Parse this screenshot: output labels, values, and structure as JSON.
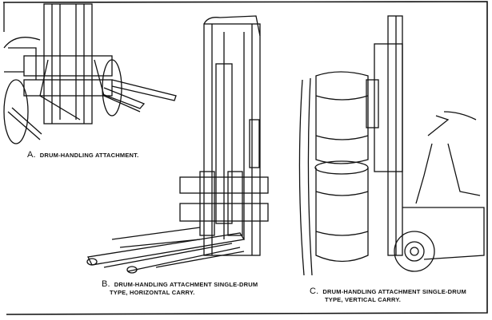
{
  "figures": [
    {
      "letter": "A.",
      "caption": "DRUM-HANDLING ATTACHMENT."
    },
    {
      "letter": "B.",
      "caption_line1": "DRUM-HANDLING ATTACHMENT SINGLE-DRUM",
      "caption_line2": "TYPE,  HORIZONTAL CARRY."
    },
    {
      "letter": "C.",
      "caption_line1": "DRUM-HANDLING ATTACHMENT SINGLE-DRUM",
      "caption_line2": "TYPE, VERTICAL CARRY."
    }
  ]
}
